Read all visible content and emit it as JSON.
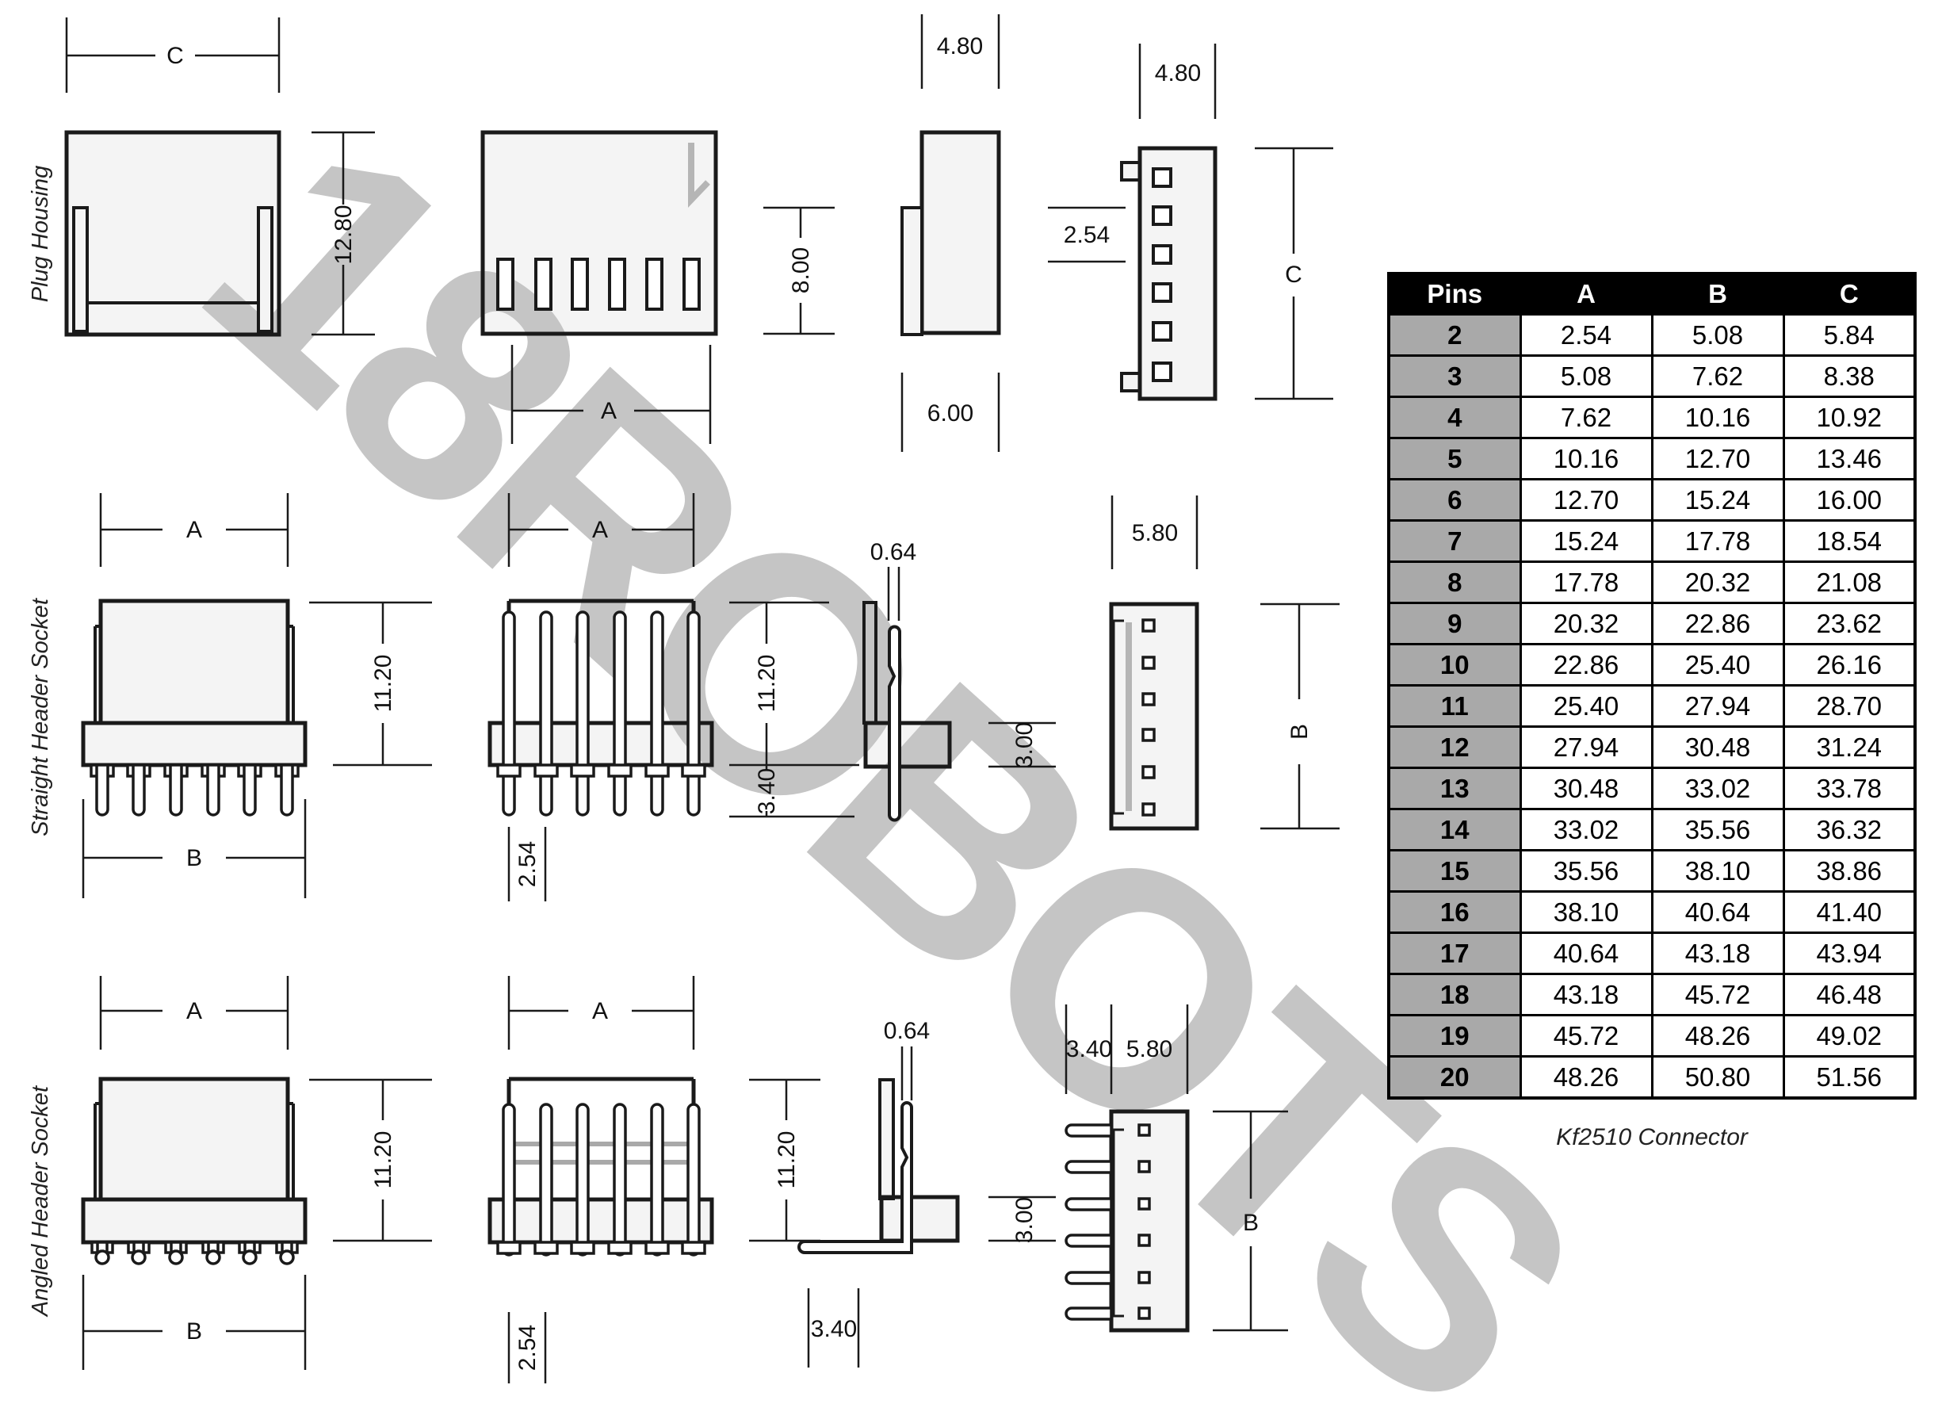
{
  "watermark": "18ROBOTS",
  "caption": "Kf2510 Connector",
  "rows": {
    "plug_housing_label": "Plug Housing",
    "straight_header_label": "Straight Header Socket",
    "angled_header_label": "Angled Header Socket"
  },
  "dims": {
    "r1_c_top": "C",
    "r1_height": "12.80",
    "r1_a": "A",
    "r1_8": "8.00",
    "r1_480_side": "4.80",
    "r1_6": "6.00",
    "r1_254": "2.54",
    "r1_480_rear": "4.80",
    "r1_c_right": "C",
    "r2_a1": "A",
    "r2_b1": "B",
    "r2_1120a": "11.20",
    "r2_a2": "A",
    "r2_254": "2.54",
    "r2_1120b": "11.20",
    "r2_340": "3.40",
    "r2_064": "0.64",
    "r2_300": "3.00",
    "r2_580": "5.80",
    "r2_b2": "B",
    "r3_a1": "A",
    "r3_b1": "B",
    "r3_1120a": "11.20",
    "r3_a2": "A",
    "r3_254": "2.54",
    "r3_1120b": "11.20",
    "r3_064": "0.64",
    "r3_300": "3.00",
    "r3_340_below": "3.40",
    "r3_340_top": "3.40",
    "r3_580": "5.80",
    "r3_b2": "B"
  },
  "table": {
    "header": [
      "Pins",
      "A",
      "B",
      "C"
    ],
    "rows": [
      {
        "pins": "2",
        "a": "2.54",
        "b": "5.08",
        "c": "5.84"
      },
      {
        "pins": "3",
        "a": "5.08",
        "b": "7.62",
        "c": "8.38"
      },
      {
        "pins": "4",
        "a": "7.62",
        "b": "10.16",
        "c": "10.92"
      },
      {
        "pins": "5",
        "a": "10.16",
        "b": "12.70",
        "c": "13.46"
      },
      {
        "pins": "6",
        "a": "12.70",
        "b": "15.24",
        "c": "16.00"
      },
      {
        "pins": "7",
        "a": "15.24",
        "b": "17.78",
        "c": "18.54"
      },
      {
        "pins": "8",
        "a": "17.78",
        "b": "20.32",
        "c": "21.08"
      },
      {
        "pins": "9",
        "a": "20.32",
        "b": "22.86",
        "c": "23.62"
      },
      {
        "pins": "10",
        "a": "22.86",
        "b": "25.40",
        "c": "26.16"
      },
      {
        "pins": "11",
        "a": "25.40",
        "b": "27.94",
        "c": "28.70"
      },
      {
        "pins": "12",
        "a": "27.94",
        "b": "30.48",
        "c": "31.24"
      },
      {
        "pins": "13",
        "a": "30.48",
        "b": "33.02",
        "c": "33.78"
      },
      {
        "pins": "14",
        "a": "33.02",
        "b": "35.56",
        "c": "36.32"
      },
      {
        "pins": "15",
        "a": "35.56",
        "b": "38.10",
        "c": "38.86"
      },
      {
        "pins": "16",
        "a": "38.10",
        "b": "40.64",
        "c": "41.40"
      },
      {
        "pins": "17",
        "a": "40.64",
        "b": "43.18",
        "c": "43.94"
      },
      {
        "pins": "18",
        "a": "43.18",
        "b": "45.72",
        "c": "46.48"
      },
      {
        "pins": "19",
        "a": "45.72",
        "b": "48.26",
        "c": "49.02"
      },
      {
        "pins": "20",
        "a": "48.26",
        "b": "50.80",
        "c": "51.56"
      }
    ]
  },
  "colors": {
    "line": "#1a1a1a",
    "body_fill": "#f4f4f4",
    "watermark": "#c5c5c5",
    "table_gray": "#a9a9a9"
  }
}
